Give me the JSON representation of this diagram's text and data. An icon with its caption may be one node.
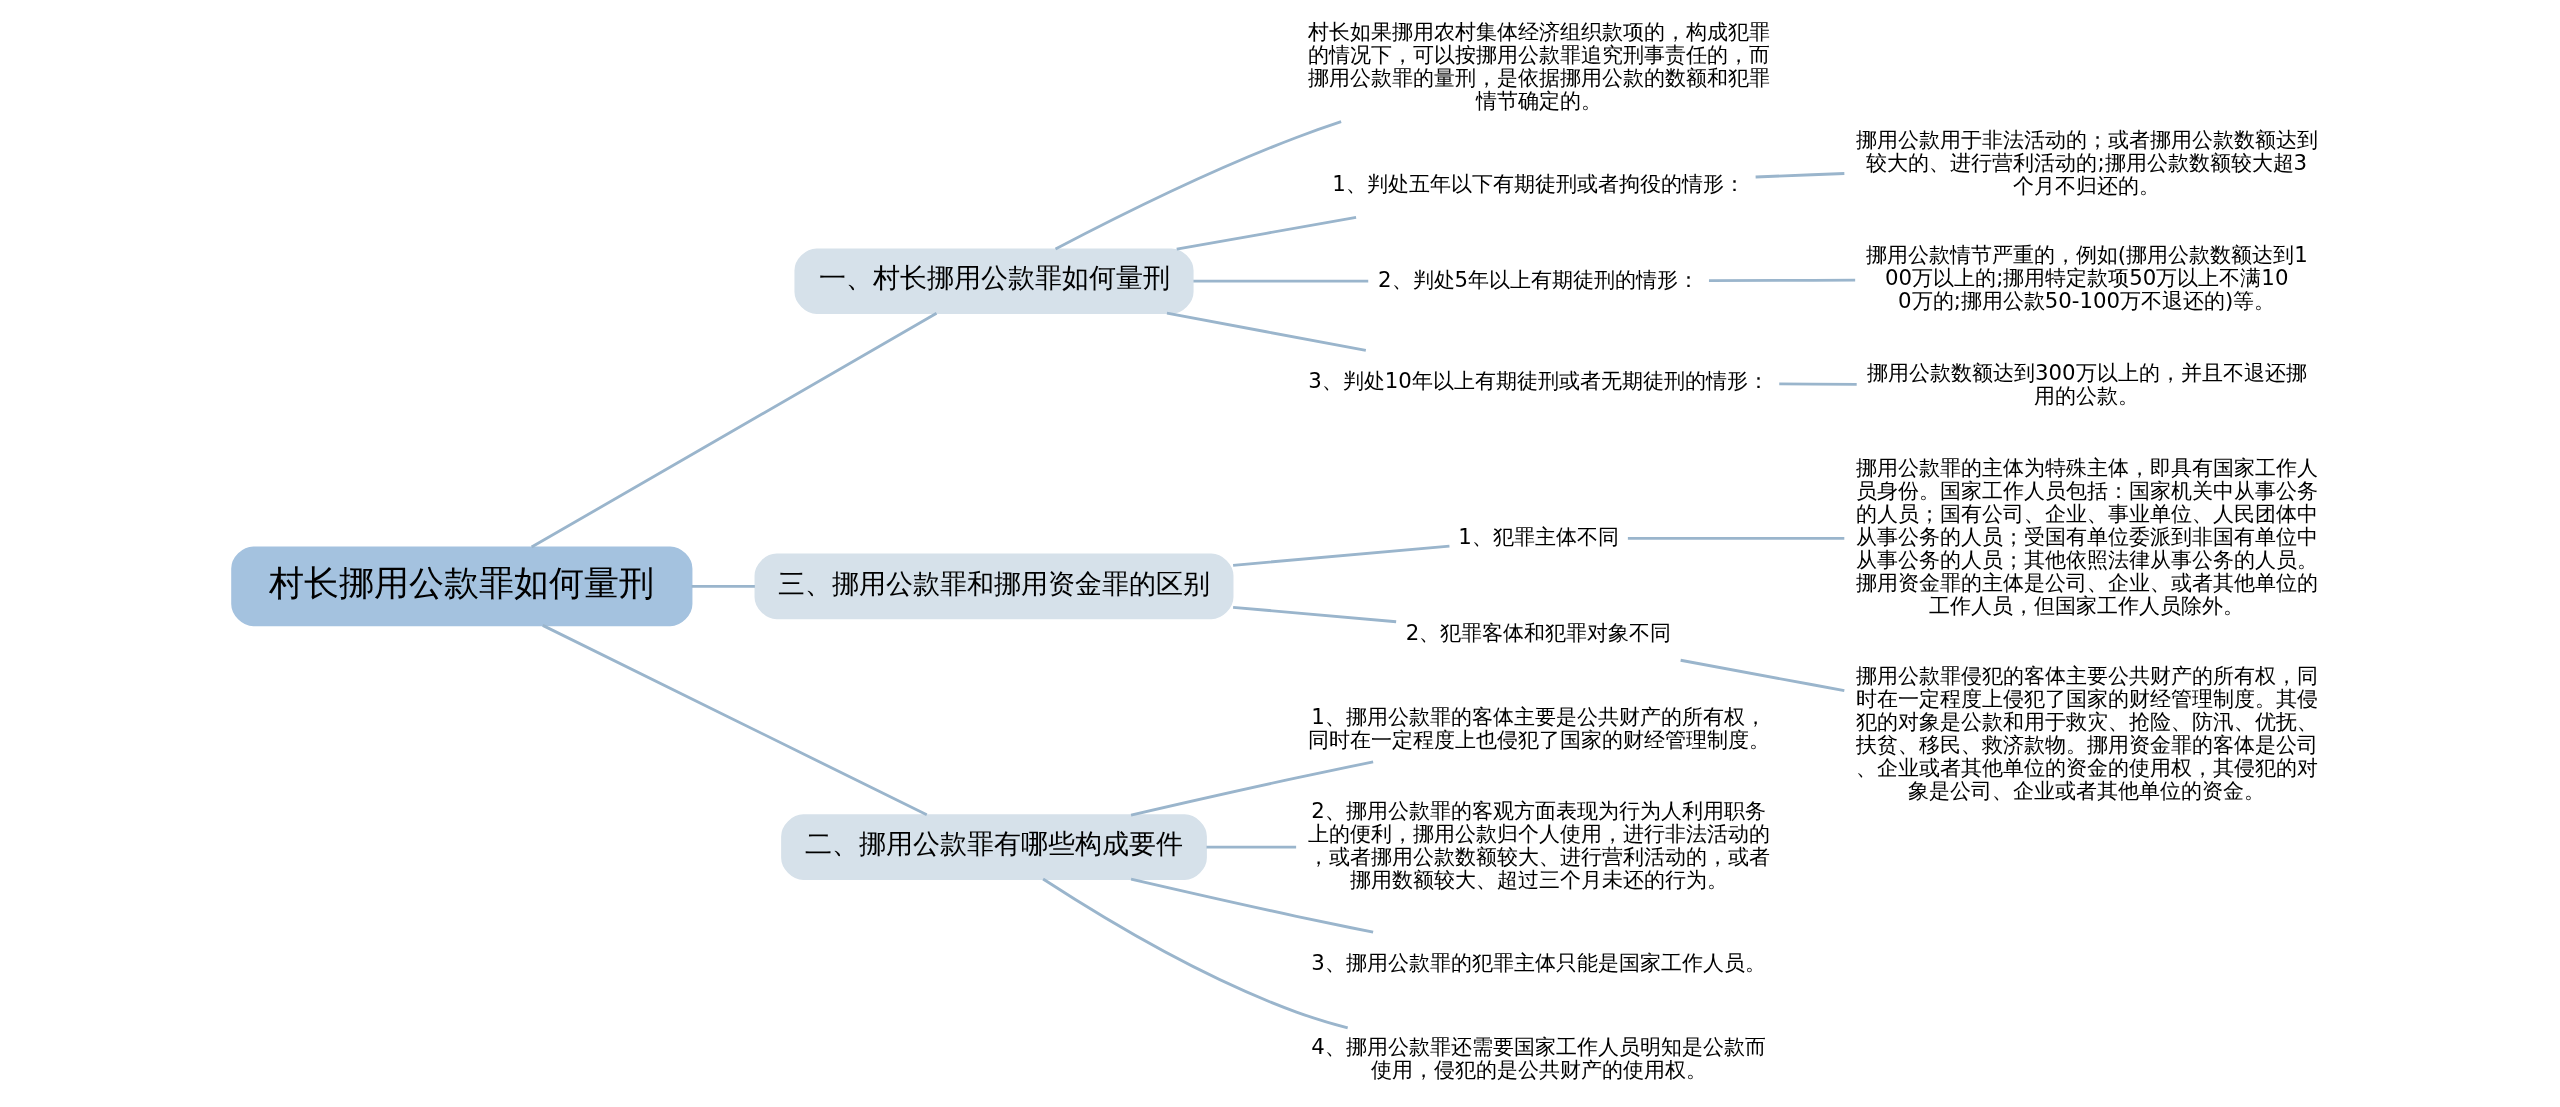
{
  "diagram": {
    "nodes": [
      {
        "text": [
          "村长挪用公款罪如何量刑"
        ]
      },
      {
        "text": [
          "一、村长挪用公款罪如何量刑"
        ]
      },
      {
        "text": [
          "村长如果挪用农村集体经济组织款项的，构成犯罪的情况下，可以按挪用公款罪追究刑事责任的，而挪用公款罪的量刑，是依据挪用公款的数额和犯罪情节确定的。"
        ]
      },
      {
        "text": [
          "1、判处五年以下有期徒刑或者拘役的情形："
        ]
      },
      {
        "text": [
          "挪用公款用于非法活动的；或者挪用公款数额达到较大的、进行营利活动的;挪用公款数额较大超3个月不归还的。"
        ]
      },
      {
        "text": [
          "2、判处5年以上有期徒刑的情形："
        ]
      },
      {
        "text": [
          "挪用公款情节严重的，例如(挪用公款数额达到100万以上的;挪用特定款项50万以上不满100万的;挪用公款50-100万不退还的)等。"
        ]
      },
      {
        "text": [
          "3、判处10年以上有期徒刑或者无期徒刑的情形："
        ]
      },
      {
        "text": [
          "挪用公款数额达到300万以上的，并且不退还挪用的公款。"
        ]
      },
      {
        "text": [
          "三、挪用公款罪和挪用资金罪的区别"
        ]
      },
      {
        "text": [
          "1、犯罪主体不同"
        ]
      },
      {
        "text": [
          "挪用公款罪的主体为特殊主体，即具有国家工作人员身份。国家工作人员包括：国家机关中从事公务的人员；国有公司、企业、事业单位、人民团体中从事公务的人员；受国有单位委派到非国有单位中从事公务的人员；其他依照法律从事公务的人员。挪用资金罪的主体是公司、企业、或者其他单位的工作人员，但国家工作人员除外。"
        ]
      },
      {
        "text": [
          "2、犯罪客体和犯罪对象不同"
        ]
      },
      {
        "text": [
          "挪用公款罪侵犯的客体主要公共财产的所有权，同时在一定程度上侵犯了国家的财经管理制度。其侵犯的对象是公款和用于救灾、抢险、防汛、优抚、扶贫、移民、救济款物。挪用资金罪的客体是公司、企业或者其他单位的资金的使用权，其侵犯的对象是公司、企业或者其他单位的资金。"
        ]
      },
      {
        "text": [
          "二、挪用公款罪有哪些构成要件"
        ]
      },
      {
        "text": [
          "1、挪用公款罪的客体主要是公共财产的所有权，同时在一定程度上也侵犯了国家的财经管理制度。"
        ]
      },
      {
        "text": [
          "2、挪用公款罪的客观方面表现为行为人利用职务上的便利，挪用公款归个人使用，进行非法活动的，或者挪用公款数额较大、进行营利活动的，或者挪用数额较大、超过三个月未还的行为。"
        ]
      },
      {
        "text": [
          "3、挪用公款罪的犯罪主体只能是国家工作人员。"
        ]
      },
      {
        "text": [
          "4、挪用公款罪还需要国家工作人员明知是公款而使用，侵犯的是公共财产的使用权。"
        ]
      }
    ],
    "edges": [
      {
        "from": 0,
        "to": 1,
        "arrow": "none"
      },
      {
        "from": 1,
        "to": 2,
        "arrow": "none"
      },
      {
        "from": 1,
        "to": 3,
        "arrow": "none"
      },
      {
        "from": 3,
        "to": 4,
        "arrow": "none"
      },
      {
        "from": 1,
        "to": 5,
        "arrow": "none"
      },
      {
        "from": 5,
        "to": 6,
        "arrow": "none"
      },
      {
        "from": 1,
        "to": 7,
        "arrow": "none"
      },
      {
        "from": 7,
        "to": 8,
        "arrow": "none"
      },
      {
        "from": 0,
        "to": 9,
        "arrow": "none"
      },
      {
        "from": 9,
        "to": 10,
        "arrow": "none"
      },
      {
        "from": 10,
        "to": 11,
        "arrow": "none"
      },
      {
        "from": 9,
        "to": 12,
        "arrow": "none"
      },
      {
        "from": 12,
        "to": 13,
        "arrow": "none"
      },
      {
        "from": 0,
        "to": 14,
        "arrow": "none"
      },
      {
        "from": 14,
        "to": 15,
        "arrow": "none"
      },
      {
        "from": 14,
        "to": 16,
        "arrow": "none"
      },
      {
        "from": 14,
        "to": 17,
        "arrow": "none"
      },
      {
        "from": 14,
        "to": 18,
        "arrow": "none"
      }
    ]
  }
}
